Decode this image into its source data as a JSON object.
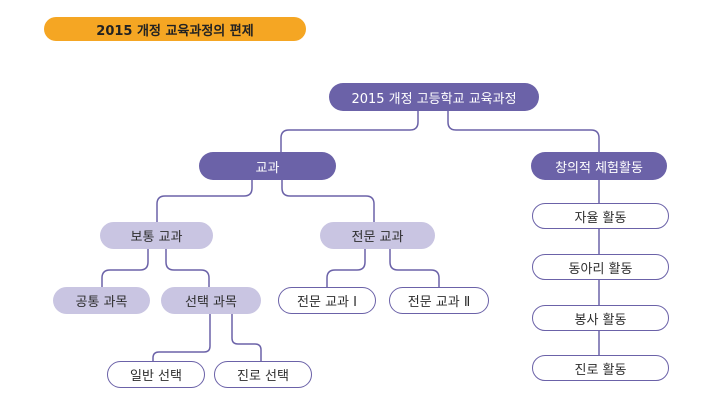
{
  "header": {
    "title": "2015 개정 교육과정의 편제"
  },
  "diagram": {
    "root": "2015 개정 고등학교 교육과정",
    "subject": "교과",
    "creative": "창의적 체험활동",
    "general": "보통 교과",
    "specialized": "전문 교과",
    "common": "공통 과목",
    "elective": "선택 과목",
    "general_elective": "일반 선택",
    "career_elective": "진로 선택",
    "spec1": "전문 교과 Ⅰ",
    "spec2": "전문 교과 Ⅱ",
    "activities": [
      "자율 활동",
      "동아리 활동",
      "봉사 활동",
      "진로 활동"
    ]
  },
  "colors": {
    "accent": "#f5a623",
    "dark_node": "#6b62a8",
    "light_node": "#c9c5e2",
    "line": "#6b62a8"
  }
}
